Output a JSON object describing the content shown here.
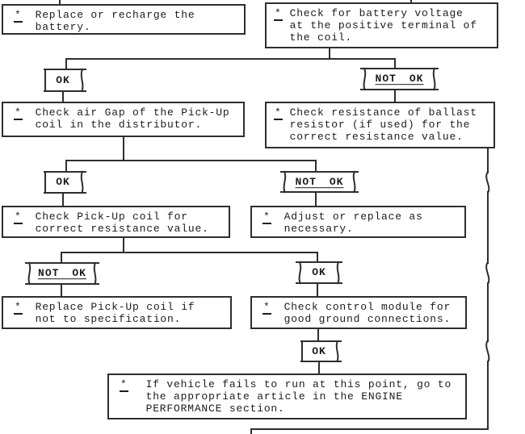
{
  "colors": {
    "background": "#ffffff",
    "line": "#2e2e2e",
    "text": "#1c1c1c"
  },
  "nodes": {
    "replace_battery": {
      "bullet": "*",
      "lines": [
        "Replace or recharge the",
        "battery."
      ]
    },
    "check_battery_voltage": {
      "bullet": "*",
      "lines": [
        "Check for battery voltage",
        "at the positive terminal of",
        "the coil."
      ]
    },
    "check_air_gap": {
      "bullet": "*",
      "lines": [
        "Check air Gap of the Pick-Up",
        "coil in the distributor."
      ]
    },
    "check_ballast_resistor": {
      "bullet": "*",
      "lines": [
        "Check resistance of ballast",
        "resistor (if used) for the",
        "correct resistance value."
      ]
    },
    "check_pickup_coil": {
      "bullet": "*",
      "lines": [
        "Check Pick-Up coil for",
        "correct resistance value."
      ]
    },
    "adjust_or_replace": {
      "bullet": "*",
      "lines": [
        "Adjust or replace as",
        "necessary."
      ]
    },
    "replace_pickup_coil": {
      "bullet": "*",
      "lines": [
        "Replace Pick-Up coil if",
        "not to specification."
      ]
    },
    "check_control_module": {
      "bullet": "*",
      "lines": [
        "Check control module for",
        "good ground connections."
      ]
    },
    "engine_performance": {
      "bullet": "*",
      "lines": [
        "If vehicle fails to run at this point, go to",
        "the appropriate article in the ENGINE",
        "PERFORMANCE section."
      ]
    }
  },
  "ribbons": {
    "r1_ok": {
      "label": "OK"
    },
    "r1_not_ok": {
      "label": "NOT OK"
    },
    "r2_ok": {
      "label": "OK"
    },
    "r2_not_ok": {
      "label": "NOT OK"
    },
    "r3_not_ok": {
      "label": "NOT OK"
    },
    "r3_ok": {
      "label": "OK"
    },
    "r4_ok": {
      "label": "OK"
    }
  }
}
